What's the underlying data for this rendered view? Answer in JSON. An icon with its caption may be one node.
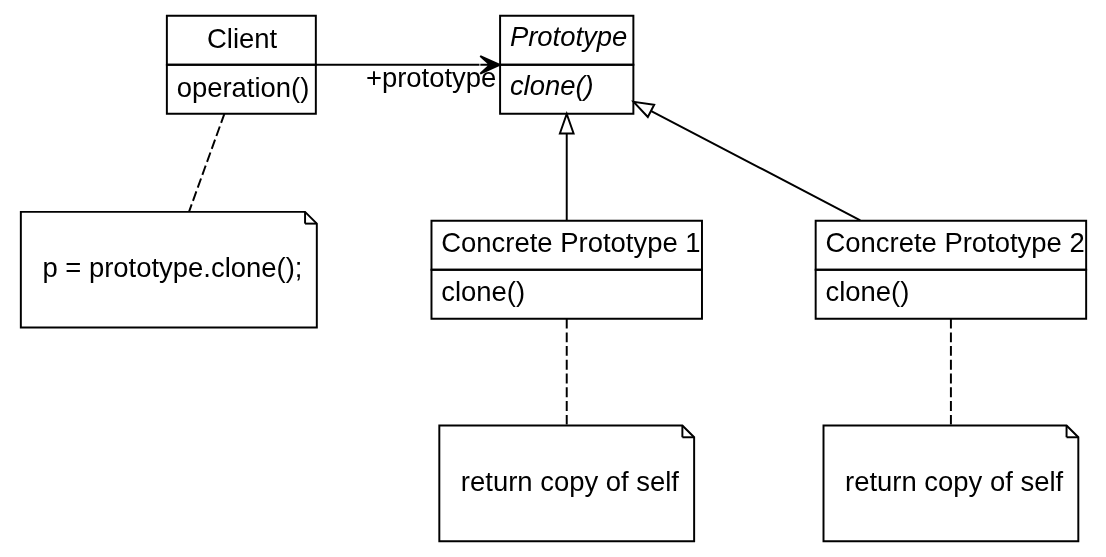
{
  "diagram": {
    "nodes": [
      {
        "text": [
          "Client",
          "operation()"
        ]
      },
      {
        "text": [
          "Prototype",
          "clone()"
        ]
      },
      {
        "text": [
          "p = prototype.clone();"
        ]
      },
      {
        "text": [
          "Concrete Prototype 1",
          "clone()"
        ]
      },
      {
        "text": [
          "Concrete Prototype 2",
          "clone()"
        ]
      },
      {
        "text": [
          "return copy of self"
        ]
      },
      {
        "text": [
          "return copy of self"
        ]
      }
    ],
    "edges": [
      {
        "from": 0,
        "to": 1,
        "arrow": "to",
        "label": "+prototype"
      },
      {
        "from": 0,
        "to": 2,
        "arrow": "none",
        "style": "dashed"
      },
      {
        "from": 3,
        "to": 1,
        "arrow": "to"
      },
      {
        "from": 4,
        "to": 1,
        "arrow": "to"
      },
      {
        "from": 3,
        "to": 5,
        "arrow": "none",
        "style": "dashed"
      },
      {
        "from": 4,
        "to": 6,
        "arrow": "none",
        "style": "dashed"
      }
    ]
  }
}
